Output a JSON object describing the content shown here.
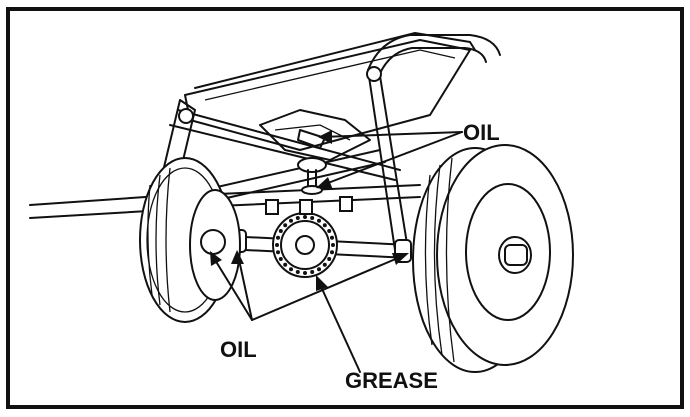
{
  "labels": {
    "oil_top": "OIL",
    "oil_bottom": "OIL",
    "grease": "GREASE"
  }
}
